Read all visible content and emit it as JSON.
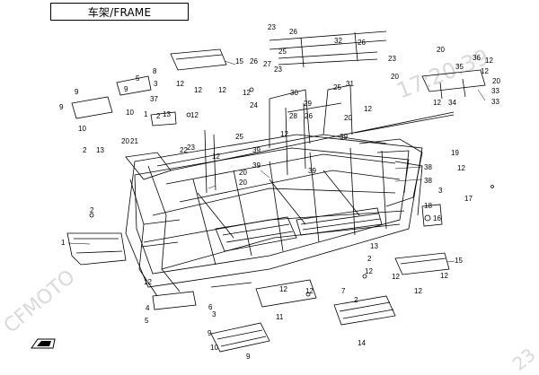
{
  "title": "车架/FRAME",
  "watermark": {
    "brand": "CFMOTO",
    "time": "17:20:39",
    "fragment": "23"
  },
  "callouts": [
    {
      "label": "23"
    },
    {
      "label": "26"
    },
    {
      "label": "32"
    },
    {
      "label": "26"
    },
    {
      "label": "23"
    },
    {
      "label": "25"
    },
    {
      "label": "27"
    },
    {
      "label": "23"
    },
    {
      "label": "20"
    },
    {
      "label": "20"
    },
    {
      "label": "36"
    },
    {
      "label": "12"
    },
    {
      "label": "35"
    },
    {
      "label": "12"
    },
    {
      "label": "20"
    },
    {
      "label": "15"
    },
    {
      "label": "26"
    },
    {
      "label": "12"
    },
    {
      "label": "12"
    },
    {
      "label": "12"
    },
    {
      "label": "33"
    },
    {
      "label": "12"
    },
    {
      "label": "34"
    },
    {
      "label": "33"
    },
    {
      "label": "9"
    },
    {
      "label": "9"
    },
    {
      "label": "5"
    },
    {
      "label": "8"
    },
    {
      "label": "3"
    },
    {
      "label": "37"
    },
    {
      "label": "9"
    },
    {
      "label": "10"
    },
    {
      "label": "10"
    },
    {
      "label": "2"
    },
    {
      "label": "13"
    },
    {
      "label": "1"
    },
    {
      "label": "12"
    },
    {
      "label": "24"
    },
    {
      "label": "12"
    },
    {
      "label": "30"
    },
    {
      "label": "25"
    },
    {
      "label": "31"
    },
    {
      "label": "12"
    },
    {
      "label": "28"
    },
    {
      "label": "29"
    },
    {
      "label": "26"
    },
    {
      "label": "20"
    },
    {
      "label": "12"
    },
    {
      "label": "39"
    },
    {
      "label": "2"
    },
    {
      "label": "13"
    },
    {
      "label": "20"
    },
    {
      "label": "21"
    },
    {
      "label": "22"
    },
    {
      "label": "23"
    },
    {
      "label": "25"
    },
    {
      "label": "12"
    },
    {
      "label": "39"
    },
    {
      "label": "39"
    },
    {
      "label": "20"
    },
    {
      "label": "20"
    },
    {
      "label": "39"
    },
    {
      "label": "19"
    },
    {
      "label": "12"
    },
    {
      "label": "38"
    },
    {
      "label": "38"
    },
    {
      "label": "3"
    },
    {
      "label": "18"
    },
    {
      "label": "17"
    },
    {
      "label": "16"
    },
    {
      "label": "2"
    },
    {
      "label": "1"
    },
    {
      "label": "13"
    },
    {
      "label": "2"
    },
    {
      "label": "15"
    },
    {
      "label": "12"
    },
    {
      "label": "12"
    },
    {
      "label": "12"
    },
    {
      "label": "7"
    },
    {
      "label": "12"
    },
    {
      "label": "12"
    },
    {
      "label": "12"
    },
    {
      "label": "12"
    },
    {
      "label": "2"
    },
    {
      "label": "4"
    },
    {
      "label": "5"
    },
    {
      "label": "6"
    },
    {
      "label": "11"
    },
    {
      "label": "9"
    },
    {
      "label": "10"
    },
    {
      "label": "14"
    },
    {
      "label": "9"
    },
    {
      "label": "3"
    }
  ]
}
